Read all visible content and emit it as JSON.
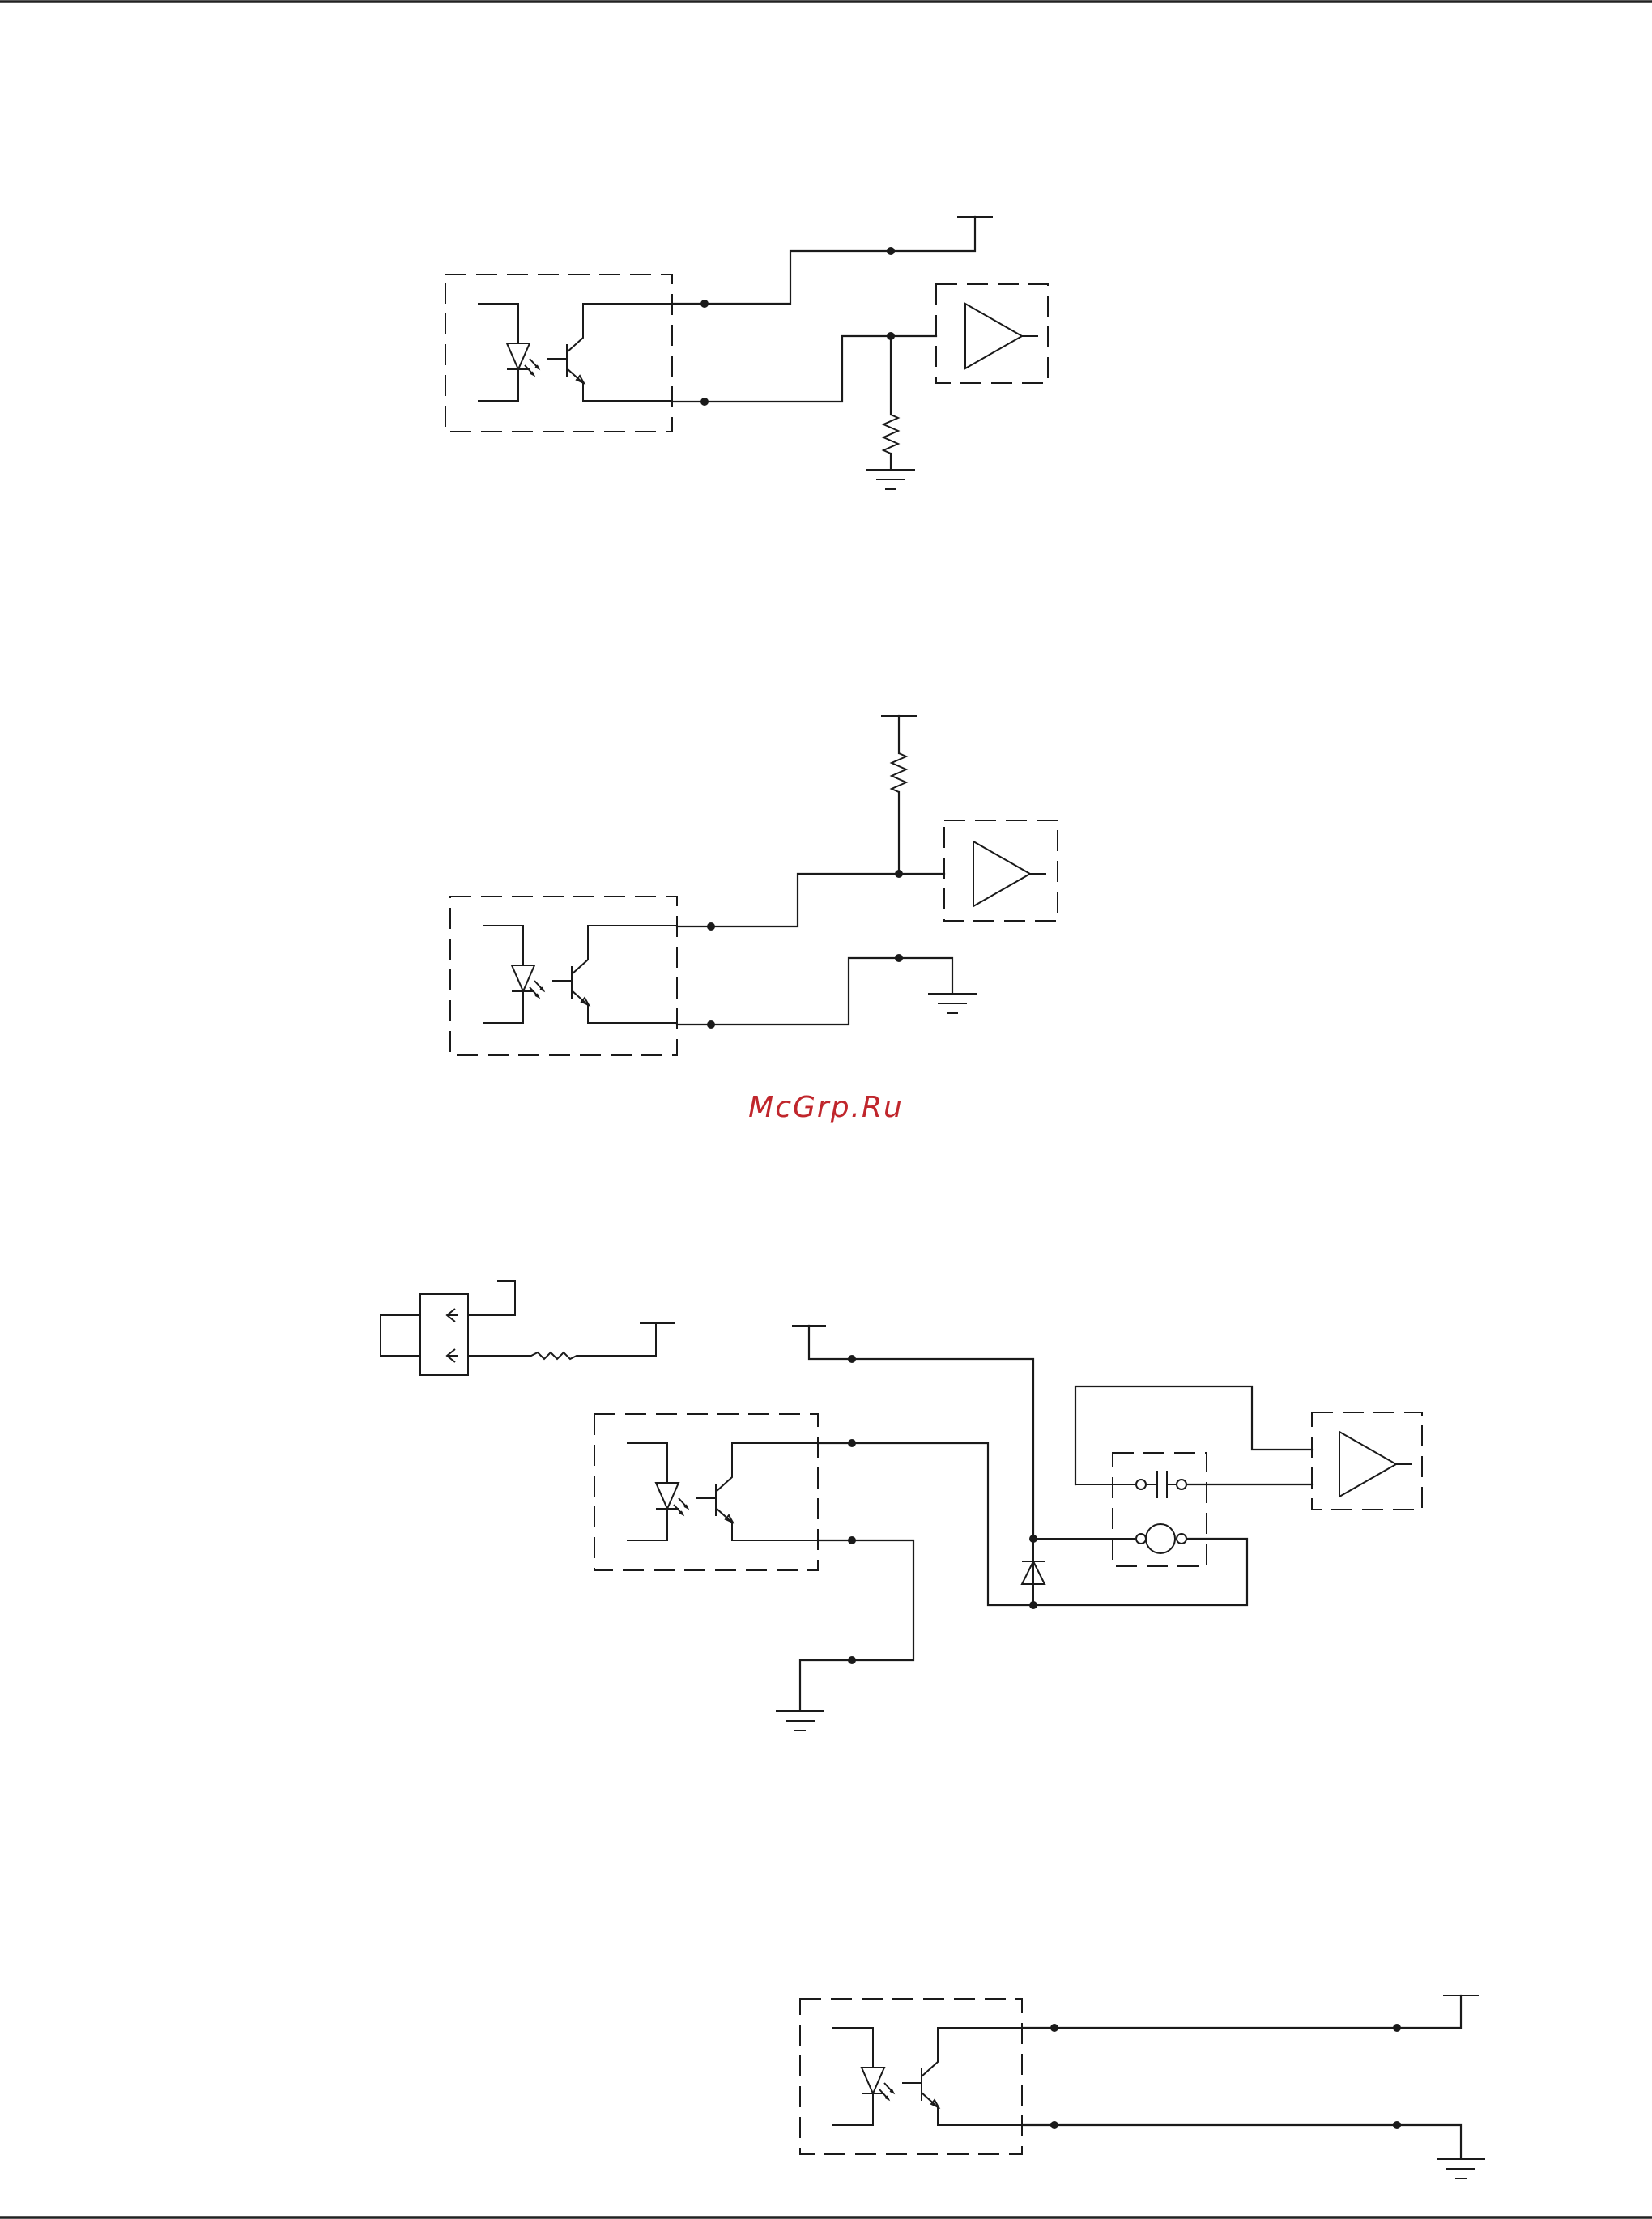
{
  "watermark": {
    "text": "McGrp.Ru",
    "color": "#c0262c"
  },
  "colors": {
    "ink": "#1a1a1a",
    "paper": "#ffffff"
  },
  "diagrams": [
    {
      "name": "optocoupler-circuit-1",
      "components": [
        "optocoupler",
        "supply-terminal",
        "resistor",
        "ground-symbol",
        "buffer-amplifier"
      ]
    },
    {
      "name": "optocoupler-circuit-2",
      "components": [
        "optocoupler",
        "supply-terminal",
        "resistor",
        "ground-symbol",
        "buffer-amplifier"
      ]
    },
    {
      "name": "optocoupler-circuit-3",
      "components": [
        "switch-block",
        "supply-terminal",
        "resistor",
        "optocoupler",
        "diode",
        "capacitor",
        "motor",
        "buffer-amplifier",
        "ground-symbol"
      ]
    },
    {
      "name": "optocoupler-circuit-4",
      "components": [
        "optocoupler",
        "supply-terminal",
        "ground-symbol"
      ]
    }
  ]
}
